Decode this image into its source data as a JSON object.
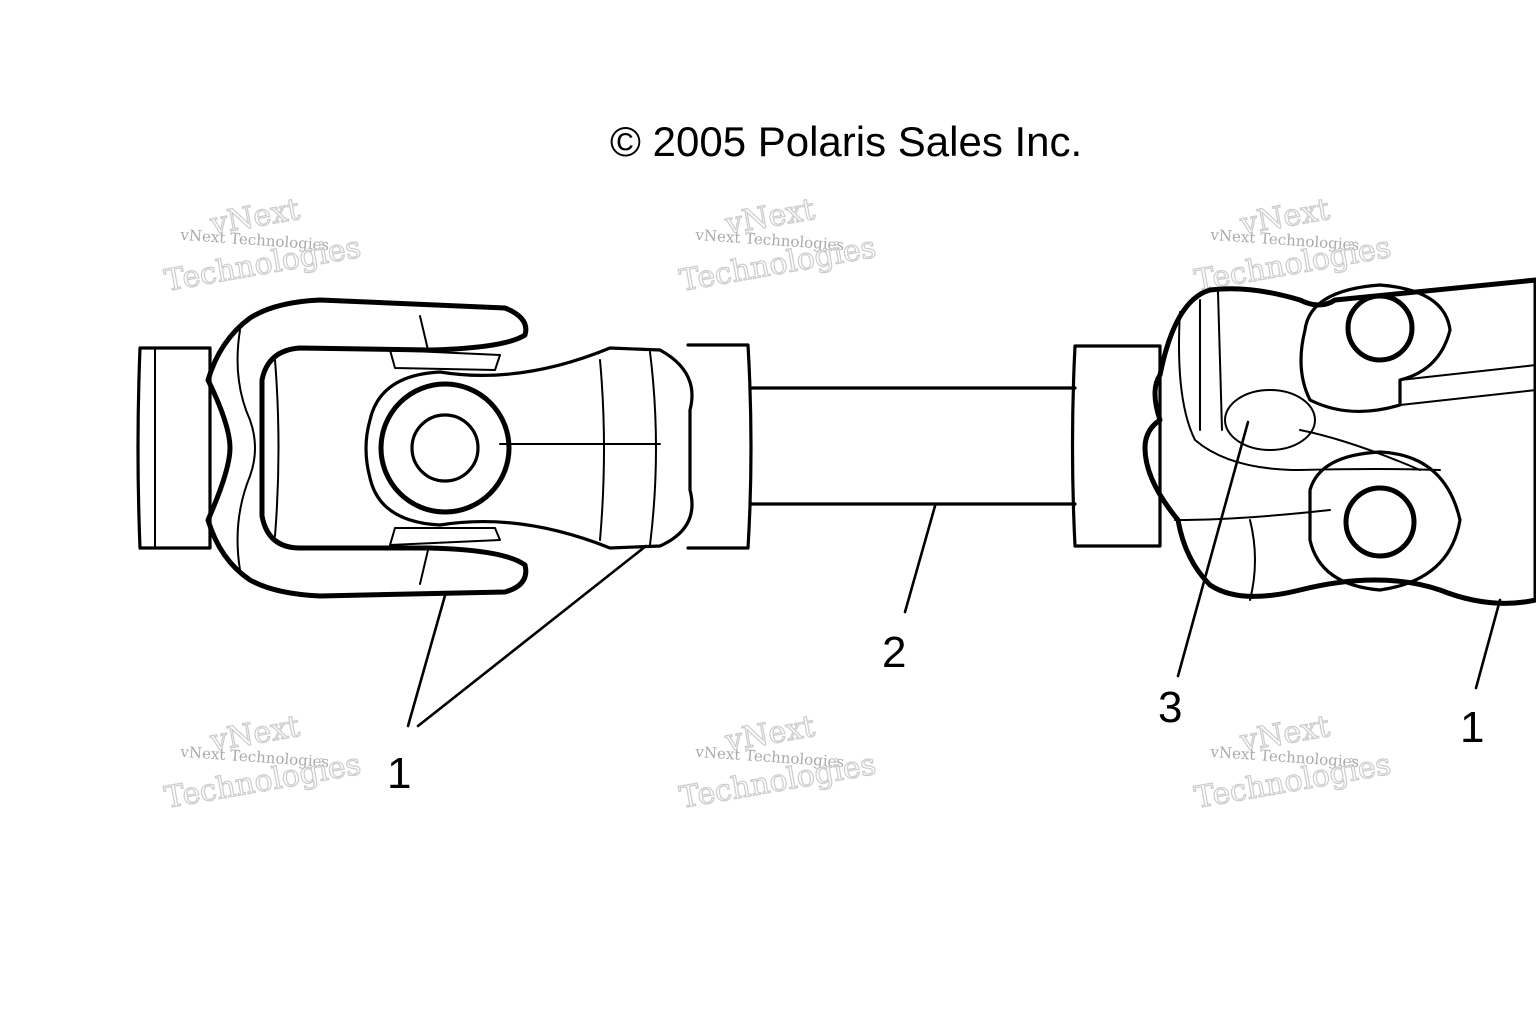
{
  "title": "© 2005 Polaris Sales Inc.",
  "watermark": {
    "line1": "vNext",
    "line2": "vNext Technologies",
    "line3": "Technologies"
  },
  "callouts": [
    "1",
    "2",
    "3",
    "1"
  ],
  "colors": {
    "ink": "#000000",
    "background": "#ffffff",
    "watermark": "#bbbbbb"
  }
}
